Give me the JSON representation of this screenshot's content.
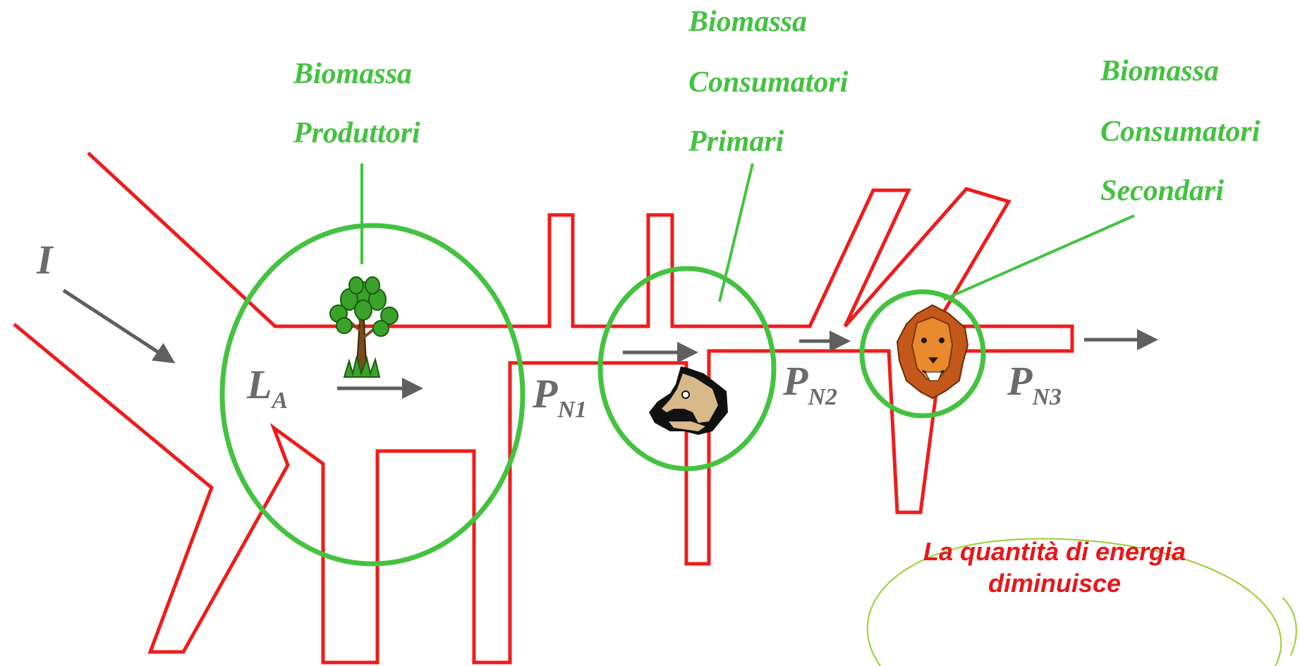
{
  "labels": {
    "input": "I",
    "la_main": "L",
    "la_sub": "A",
    "pn1_main": "P",
    "pn1_sub": "N1",
    "pn2_main": "P",
    "pn2_sub": "N2",
    "pn3_main": "P",
    "pn3_sub": "N3"
  },
  "producers": {
    "line1": "Biomassa",
    "line2": "Produttori"
  },
  "primary": {
    "line1": "Biomassa",
    "line2": "Consumatori",
    "line3": "Primari"
  },
  "secondary": {
    "line1": "Biomassa",
    "line2": "Consumatori",
    "line3": "Secondari"
  },
  "callout": {
    "line1": "La quantità di energia",
    "line2": "diminuisce"
  },
  "icons": [
    "tree-icon",
    "horse-head-icon",
    "lion-head-icon"
  ],
  "colors": {
    "pipe": "#ee1c1c",
    "circle": "#44c240",
    "arrow": "#5f5f5f",
    "label_gray": "#6b6b6b",
    "callout_text": "#e8161b",
    "callout_outline": "#9acd32"
  }
}
